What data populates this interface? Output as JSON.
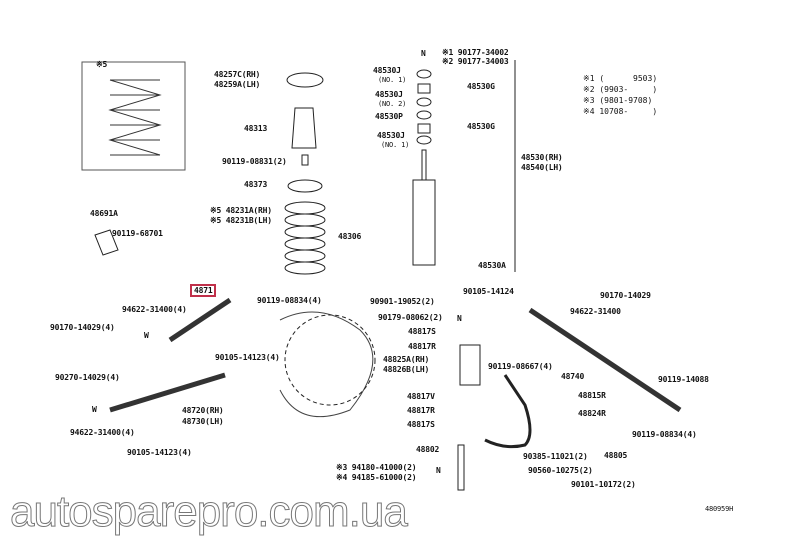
{
  "diagram_code": "480959H",
  "watermark": "autosparepro.com.ua",
  "inset_label": "※5",
  "legend": [
    "※1 (      9503)",
    "※2 (9903-     )",
    "※3 (9801-9708)",
    "※4 10708-     )"
  ],
  "labels": [
    "48257C(RH)",
    "48259A(LH)",
    "48313",
    "90119-08831(2)",
    "48373",
    "※5 48231A(RH)",
    "※5 48231B(LH)",
    "48306",
    "48691A",
    "90119-68701",
    "4871",
    "94622-31400(4)",
    "90170-14029(4)",
    "90119-08834(4)",
    "90105-14123(4)",
    "90270-14029(4)",
    "94622-31400(4)",
    "48720(RH)",
    "48730(LH)",
    "90105-14123(4)",
    "※1 90177-34002",
    "※2 90177-34003",
    "48530J",
    "(NO. 1)",
    "48530G",
    "48530J",
    "(NO. 2)",
    "48530P",
    "48530G",
    "48530J",
    "(NO. 1)",
    "48530(RH)",
    "48540(LH)",
    "48530A",
    "90901-19052(2)",
    "90105-14124",
    "90170-14029",
    "94622-31400",
    "90179-08062(2)",
    "48817S",
    "48817R",
    "48825A(RH)",
    "48826B(LH)",
    "90119-08667(4)",
    "48740",
    "90119-14088",
    "48815R",
    "48817V",
    "48817R",
    "48817S",
    "48824R",
    "90119-08834(4)",
    "48802",
    "48805",
    "90385-11021(2)",
    "90560-10275(2)",
    "90101-10172(2)",
    "※3 94180-41000(2)",
    "※4 94185-61000(2)",
    "N",
    "N",
    "W",
    "W",
    "N"
  ]
}
